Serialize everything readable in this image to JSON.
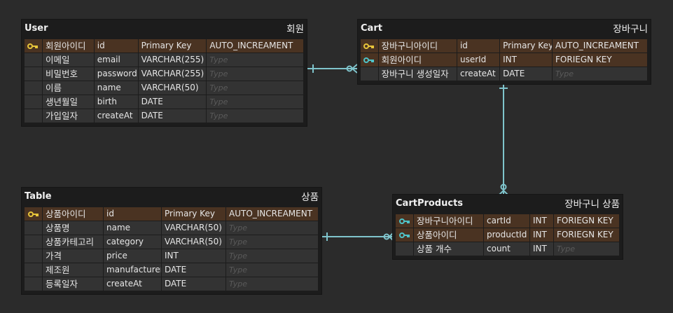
{
  "placeholder_type": "Type",
  "tables": [
    {
      "id": "user",
      "name": "User",
      "label_kr": "회원",
      "rows": [
        {
          "key": "pk",
          "name_kr": "회원아이디",
          "field": "id",
          "datatype": "Primary Key",
          "type": "AUTO_INCREAMENT"
        },
        {
          "key": "",
          "name_kr": "이메일",
          "field": "email",
          "datatype": "VARCHAR(255)",
          "type": ""
        },
        {
          "key": "",
          "name_kr": "비밀번호",
          "field": "password",
          "datatype": "VARCHAR(255)",
          "type": ""
        },
        {
          "key": "",
          "name_kr": "이름",
          "field": "name",
          "datatype": "VARCHAR(50)",
          "type": ""
        },
        {
          "key": "",
          "name_kr": "생년월일",
          "field": "birth",
          "datatype": "DATE",
          "type": ""
        },
        {
          "key": "",
          "name_kr": "가입일자",
          "field": "createAt",
          "datatype": "DATE",
          "type": ""
        }
      ]
    },
    {
      "id": "cart",
      "name": "Cart",
      "label_kr": "장바구니",
      "rows": [
        {
          "key": "pk",
          "name_kr": "장바구니아이디",
          "field": "id",
          "datatype": "Primary Key",
          "type": "AUTO_INCREAMENT"
        },
        {
          "key": "fk",
          "name_kr": "회원아이디",
          "field": "userId",
          "datatype": "INT",
          "type": "FORIEGN KEY"
        },
        {
          "key": "",
          "name_kr": "장바구니 생성일자",
          "field": "createAt",
          "datatype": "DATE",
          "type": ""
        }
      ]
    },
    {
      "id": "product",
      "name": "Table",
      "label_kr": "상품",
      "rows": [
        {
          "key": "pk",
          "name_kr": "상품아이디",
          "field": "id",
          "datatype": "Primary Key",
          "type": "AUTO_INCREAMENT"
        },
        {
          "key": "",
          "name_kr": "상품명",
          "field": "name",
          "datatype": "VARCHAR(50)",
          "type": ""
        },
        {
          "key": "",
          "name_kr": "상품카테고리",
          "field": "category",
          "datatype": "VARCHAR(50)",
          "type": ""
        },
        {
          "key": "",
          "name_kr": "가격",
          "field": "price",
          "datatype": "INT",
          "type": ""
        },
        {
          "key": "",
          "name_kr": "제조원",
          "field": "manufacturer",
          "datatype": "DATE",
          "type": ""
        },
        {
          "key": "",
          "name_kr": "등록일자",
          "field": "createAt",
          "datatype": "DATE",
          "type": ""
        }
      ]
    },
    {
      "id": "cartproducts",
      "name": "CartProducts",
      "label_kr": "장바구니 상품",
      "rows": [
        {
          "key": "fk",
          "name_kr": "장바구니아이디",
          "field": "cartId",
          "datatype": "INT",
          "type": "FORIEGN KEY"
        },
        {
          "key": "fk",
          "name_kr": "상품아이디",
          "field": "productId",
          "datatype": "INT",
          "type": "FORIEGN KEY"
        },
        {
          "key": "",
          "name_kr": "상품 개수",
          "field": "count",
          "datatype": "INT",
          "type": ""
        }
      ]
    }
  ],
  "colors": {
    "pk_key": "#e8c53a",
    "fk_key": "#4fc3c8",
    "relation_line": "#7fc4cc",
    "key_row_bg": "#4a3322"
  }
}
